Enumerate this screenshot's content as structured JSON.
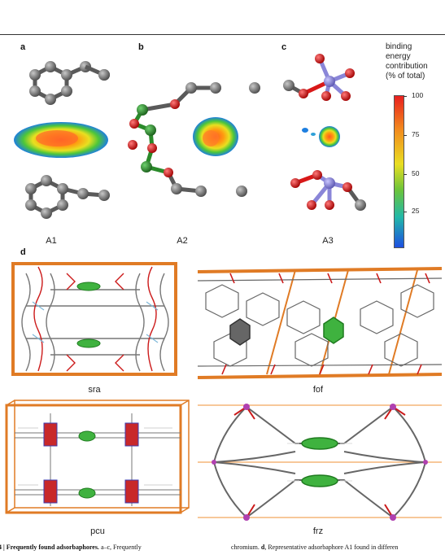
{
  "figure": {
    "panels_top": [
      {
        "letter": "a",
        "label": "A1"
      },
      {
        "letter": "b",
        "label": "A2"
      },
      {
        "letter": "c",
        "label": "A3"
      }
    ],
    "legend": {
      "title_lines": [
        "binding",
        "energy",
        "contribution",
        "(% of total)"
      ],
      "ticks": [
        "100",
        "75",
        "50",
        "25"
      ]
    },
    "panel_d": {
      "letter": "d",
      "subpanels": [
        "sra",
        "fof",
        "pcu",
        "frz"
      ]
    },
    "colors": {
      "frame": "#e07b25",
      "carbon": "#6e6e6e",
      "oxygen": "#d81818",
      "metal": "#8a86d8",
      "phosphorus": "#2a8a2a",
      "highlight": "#3fb23f"
    }
  },
  "caption": {
    "left_bold": "4 | Frequently found adsorbaphores.",
    "left_text": " a–c, Frequently",
    "right_text": "chromium. ",
    "right_bold": "d",
    "right_text2": ", Representative adsorbaphore A1 found in differen"
  }
}
